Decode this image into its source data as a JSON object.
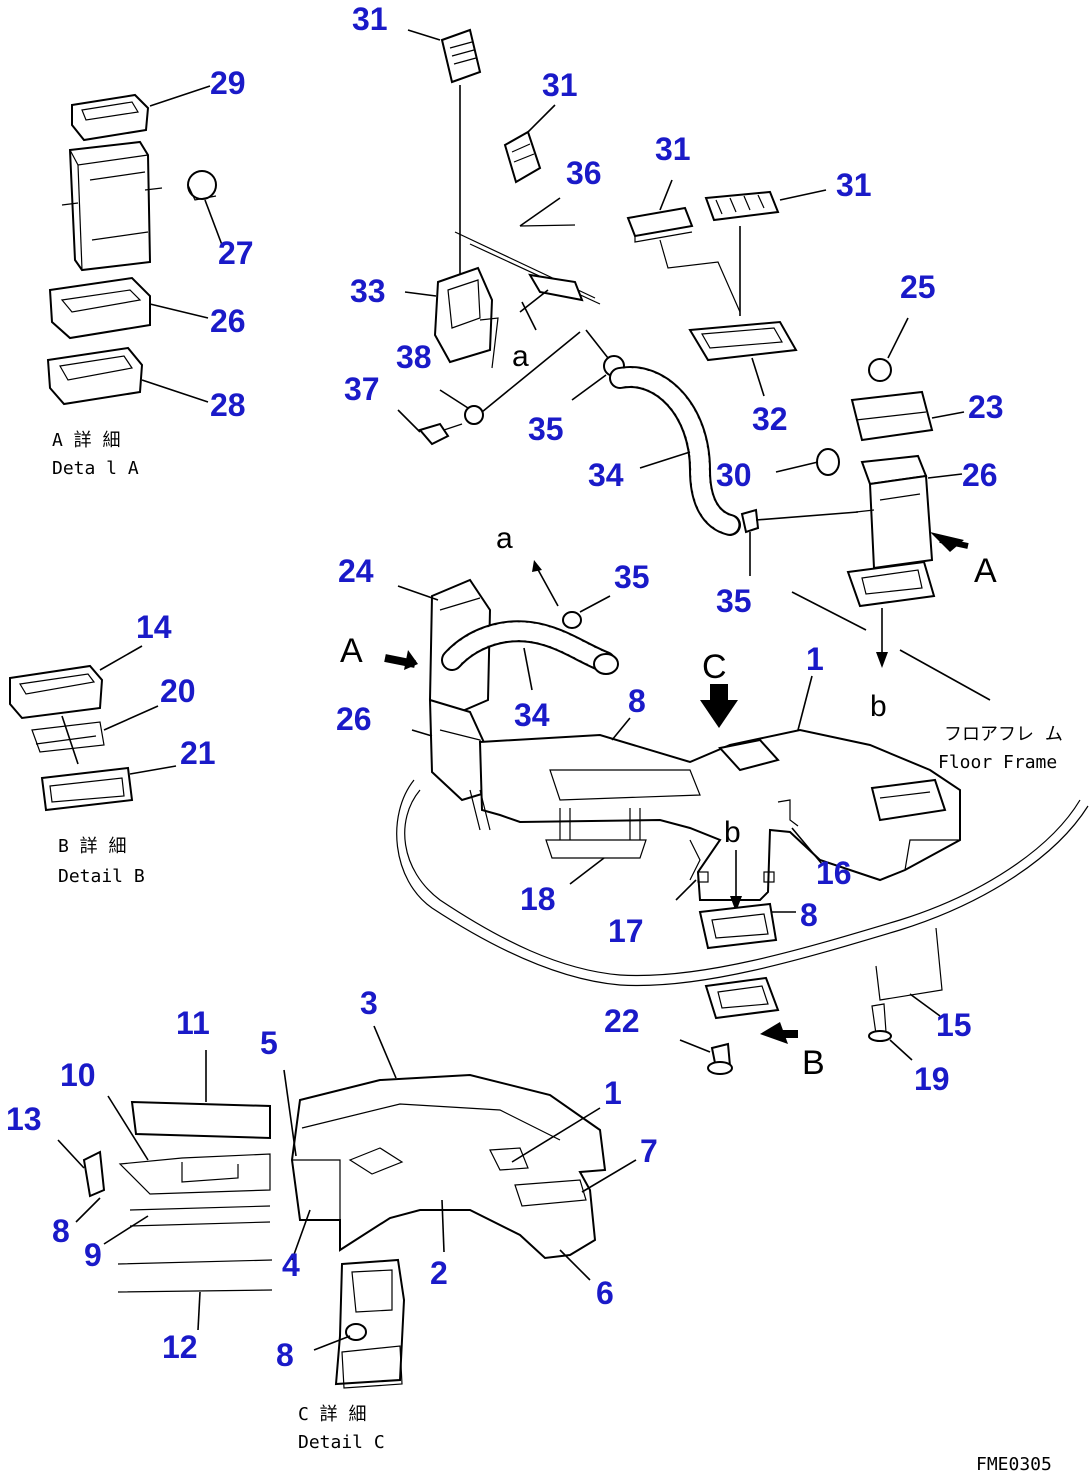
{
  "callouts": [
    {
      "id": "c31a",
      "text": "31"
    },
    {
      "id": "c31b",
      "text": "31"
    },
    {
      "id": "c31c",
      "text": "31"
    },
    {
      "id": "c31d",
      "text": "31"
    },
    {
      "id": "c36",
      "text": "36"
    },
    {
      "id": "c33",
      "text": "33"
    },
    {
      "id": "c38",
      "text": "38"
    },
    {
      "id": "c37",
      "text": "37"
    },
    {
      "id": "c35a",
      "text": "35"
    },
    {
      "id": "c34a",
      "text": "34"
    },
    {
      "id": "c32",
      "text": "32"
    },
    {
      "id": "c25",
      "text": "25"
    },
    {
      "id": "c23",
      "text": "23"
    },
    {
      "id": "c30",
      "text": "30"
    },
    {
      "id": "c26a",
      "text": "26"
    },
    {
      "id": "c35b",
      "text": "35"
    },
    {
      "id": "c29",
      "text": "29"
    },
    {
      "id": "c27",
      "text": "27"
    },
    {
      "id": "c26b",
      "text": "26"
    },
    {
      "id": "c28",
      "text": "28"
    },
    {
      "id": "c24",
      "text": "24"
    },
    {
      "id": "c35c",
      "text": "35"
    },
    {
      "id": "c34b",
      "text": "34"
    },
    {
      "id": "c26c",
      "text": "26"
    },
    {
      "id": "c8a",
      "text": "8"
    },
    {
      "id": "c1a",
      "text": "1"
    },
    {
      "id": "c14",
      "text": "14"
    },
    {
      "id": "c20",
      "text": "20"
    },
    {
      "id": "c21",
      "text": "21"
    },
    {
      "id": "c18",
      "text": "18"
    },
    {
      "id": "c17",
      "text": "17"
    },
    {
      "id": "c16",
      "text": "16"
    },
    {
      "id": "c8b",
      "text": "8"
    },
    {
      "id": "c22",
      "text": "22"
    },
    {
      "id": "c15",
      "text": "15"
    },
    {
      "id": "c19",
      "text": "19"
    },
    {
      "id": "c3",
      "text": "3"
    },
    {
      "id": "c11",
      "text": "11"
    },
    {
      "id": "c5",
      "text": "5"
    },
    {
      "id": "c10",
      "text": "10"
    },
    {
      "id": "c1b",
      "text": "1"
    },
    {
      "id": "c7",
      "text": "7"
    },
    {
      "id": "c13",
      "text": "13"
    },
    {
      "id": "c8c",
      "text": "8"
    },
    {
      "id": "c9",
      "text": "9"
    },
    {
      "id": "c4",
      "text": "4"
    },
    {
      "id": "c2",
      "text": "2"
    },
    {
      "id": "c6",
      "text": "6"
    },
    {
      "id": "c12",
      "text": "12"
    },
    {
      "id": "c8d",
      "text": "8"
    }
  ],
  "view_letters": {
    "a1": "a",
    "a2": "a",
    "A1": "A",
    "A2": "A",
    "b1": "b",
    "b2": "b",
    "B": "B",
    "C": "C"
  },
  "captions": {
    "detail_a_jp": "A 詳 細",
    "detail_a_en": "Deta l A",
    "detail_b_jp": "B 詳 細",
    "detail_b_en": "Detail B",
    "detail_c_jp": "C 詳 細",
    "detail_c_en": "Detail C",
    "floor_frame_jp": "フロアフレ ム",
    "floor_frame_en": "Floor Frame",
    "drawing_code": "FME0305"
  },
  "colors": {
    "callout": "#1a1ac8",
    "line": "#000000",
    "background": "#ffffff"
  }
}
